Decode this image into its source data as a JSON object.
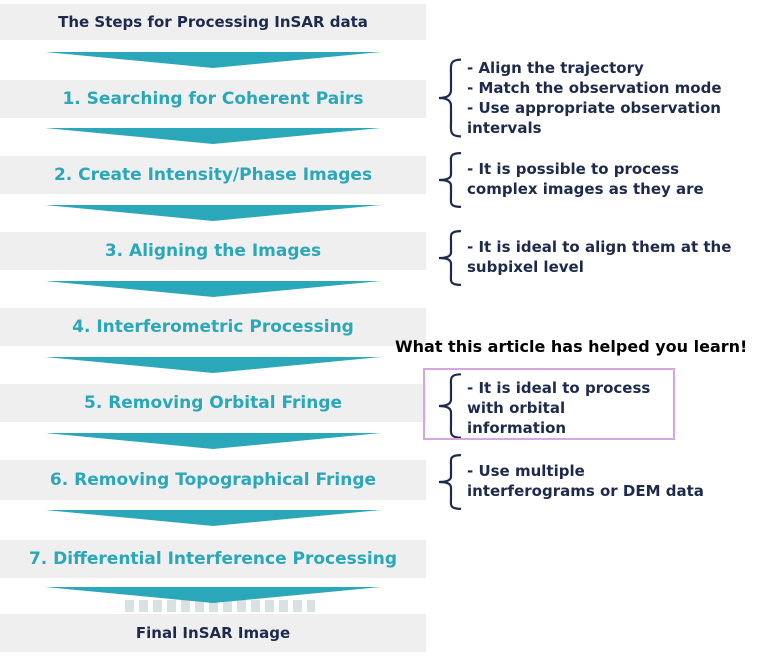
{
  "title": "The Steps for Processing InSAR data",
  "steps": [
    "1. Searching for Coherent Pairs",
    "2. Create Intensity/Phase Images",
    "3. Aligning the Images",
    "4. Interferometric Processing",
    "5. Removing Orbital Fringe",
    "6. Removing Topographical Fringe",
    "7. Differential Interference Processing"
  ],
  "final": "Final InSAR Image",
  "notes": {
    "step1": [
      "- Align the trajectory",
      "- Match the observation mode",
      "- Use appropriate observation",
      "intervals"
    ],
    "step2": [
      "- It is possible to process",
      "complex images as they are"
    ],
    "step3": [
      "- It is ideal to align them at the",
      "subpixel level"
    ],
    "step5": [
      "- It is ideal to process",
      "with orbital",
      "information"
    ],
    "step6": [
      "- Use multiple",
      "interferograms or DEM data"
    ]
  },
  "callout": "What this article has helped you learn!",
  "colors": {
    "step_text": "#2aa7b8",
    "arrow": "#2aa7b8",
    "title_text": "#1d2a4c",
    "note_text": "#1d2a4c",
    "bar_background": "#efefef",
    "highlight_border": "#d9a5e0"
  }
}
